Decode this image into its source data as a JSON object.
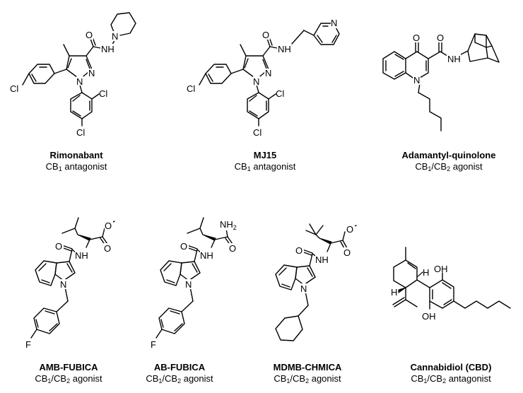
{
  "figure": {
    "compounds": [
      {
        "id": "rimonabant",
        "name": "Rimonabant",
        "activity_prefix": "CB",
        "activity_sub1": "1",
        "activity_mid": "",
        "activity_sub2": "",
        "activity_suffix": " antagonist",
        "atoms": [
          "O",
          "NH",
          "N",
          "N",
          "N",
          "Cl",
          "Cl",
          "Cl"
        ]
      },
      {
        "id": "mj15",
        "name": "MJ15",
        "activity_prefix": "CB",
        "activity_sub1": "1",
        "activity_mid": "",
        "activity_sub2": "",
        "activity_suffix": " antagonist",
        "atoms": [
          "O",
          "NH",
          "N",
          "N",
          "N",
          "Cl",
          "Cl",
          "Cl"
        ]
      },
      {
        "id": "adamantyl-quinolone",
        "name": "Adamantyl-quinolone",
        "activity_prefix": "CB",
        "activity_sub1": "1",
        "activity_mid": "/CB",
        "activity_sub2": "2",
        "activity_suffix": " agonist",
        "atoms": [
          "O",
          "O",
          "NH",
          "N"
        ]
      },
      {
        "id": "amb-fubica",
        "name": "AMB-FUBICA",
        "activity_prefix": "CB",
        "activity_sub1": "1",
        "activity_mid": "/CB",
        "activity_sub2": "2",
        "activity_suffix": " agonist",
        "atoms": [
          "O",
          "O",
          "O",
          "NH",
          "N",
          "F"
        ]
      },
      {
        "id": "ab-fubica",
        "name": "AB-FUBICA",
        "activity_prefix": "CB",
        "activity_sub1": "1",
        "activity_mid": "/CB",
        "activity_sub2": "2",
        "activity_suffix": " agonist",
        "atoms": [
          "NH2",
          "O",
          "O",
          "NH",
          "N",
          "F"
        ]
      },
      {
        "id": "mdmb-chmica",
        "name": "MDMB-CHMICA",
        "activity_prefix": "CB",
        "activity_sub1": "1",
        "activity_mid": "/CB",
        "activity_sub2": "2",
        "activity_suffix": " agonist",
        "atoms": [
          "O",
          "O",
          "O",
          "NH",
          "N"
        ]
      },
      {
        "id": "cbd",
        "name": "Cannabidiol (CBD)",
        "activity_prefix": "CB",
        "activity_sub1": "1",
        "activity_mid": "/CB",
        "activity_sub2": "2",
        "activity_suffix": " antagonist",
        "atoms": [
          "OH",
          "OH",
          "H",
          "H"
        ]
      }
    ],
    "labels": {
      "O": "O",
      "NH": "NH",
      "N": "N",
      "Cl": "Cl",
      "F": "F",
      "NH2_main": "NH",
      "NH2_sub": "2",
      "OH": "OH",
      "H": "H"
    }
  }
}
